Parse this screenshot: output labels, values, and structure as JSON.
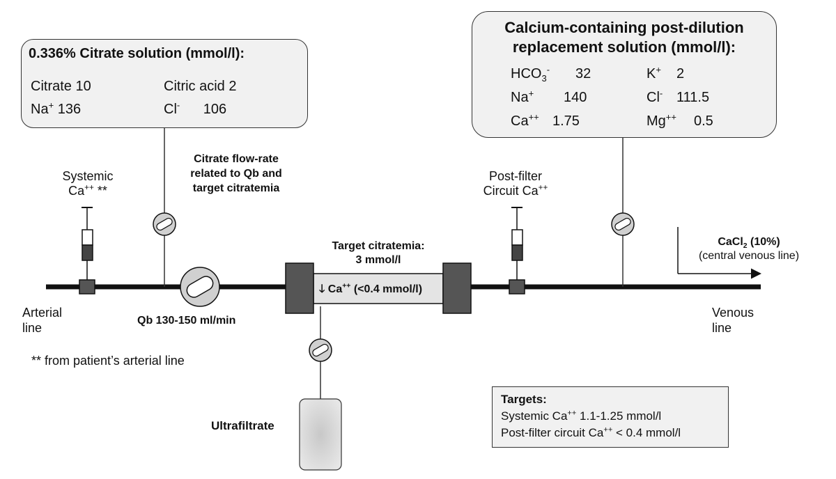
{
  "citrate_box": {
    "title": "0.336% Citrate solution (mmol/l):",
    "r1c1": "Citrate 10",
    "r1c2": "Citric acid 2",
    "r2c1_base": "Na",
    "r2c1_sup": "+",
    "r2c1_val": "136",
    "r2c2_base": "Cl",
    "r2c2_sup": "-",
    "r2c2_val": "106"
  },
  "replacement_box": {
    "title_line1": "Calcium-containing post-dilution",
    "title_line2": "replacement solution (mmol/l):",
    "hco3_base": "HCO",
    "hco3_sub": "3",
    "hco3_sup": "-",
    "hco3_val": "32",
    "k_base": "K",
    "k_sup": "+",
    "k_val": "2",
    "na_base": "Na",
    "na_sup": "+",
    "na_val": "140",
    "cl_base": "Cl",
    "cl_sup": "-",
    "cl_val": "111.5",
    "ca_base": "Ca",
    "ca_sup": "++",
    "ca_val": "1.75",
    "mg_base": "Mg",
    "mg_sup": "++",
    "mg_val": "0.5"
  },
  "labels": {
    "systemic_line1": "Systemic",
    "systemic_ca_base": "Ca",
    "systemic_ca_sup": "++",
    "systemic_ca_suffix": " **",
    "citrate_flow_line1": "Citrate flow-rate",
    "citrate_flow_line2": "related to Qb and",
    "citrate_flow_line3": "target citratemia",
    "postfilter_line1": "Post-filter",
    "postfilter_base": "Circuit Ca",
    "postfilter_sup": "++",
    "target_cit_line1": "Target citratemia:",
    "target_cit_line2": "3 mmol/l",
    "filter_arrow": "🡓",
    "filter_ca_base": "Ca",
    "filter_ca_sup": "++",
    "filter_ca_suffix": " (<0.4 mmol/l)",
    "cacl2_base": "CaCl",
    "cacl2_sub": "2",
    "cacl2_pct": " (10%)",
    "central_venous": "(central venous line)",
    "arterial_line1": "Arterial",
    "arterial_line2": "line",
    "qb": "Qb 130-150 ml/min",
    "venous_line1": "Venous",
    "venous_line2": "line",
    "footnote": "** from patient’s arterial line",
    "ultrafiltrate": "Ultrafiltrate"
  },
  "targets_box": {
    "title": "Targets:",
    "l1_pre": "Systemic Ca",
    "l1_sup": "++",
    "l1_post": " 1.1-1.25 mmol/l",
    "l2_pre": "Post-filter circuit Ca",
    "l2_sup": "++",
    "l2_post": " < 0.4 mmol/l"
  }
}
